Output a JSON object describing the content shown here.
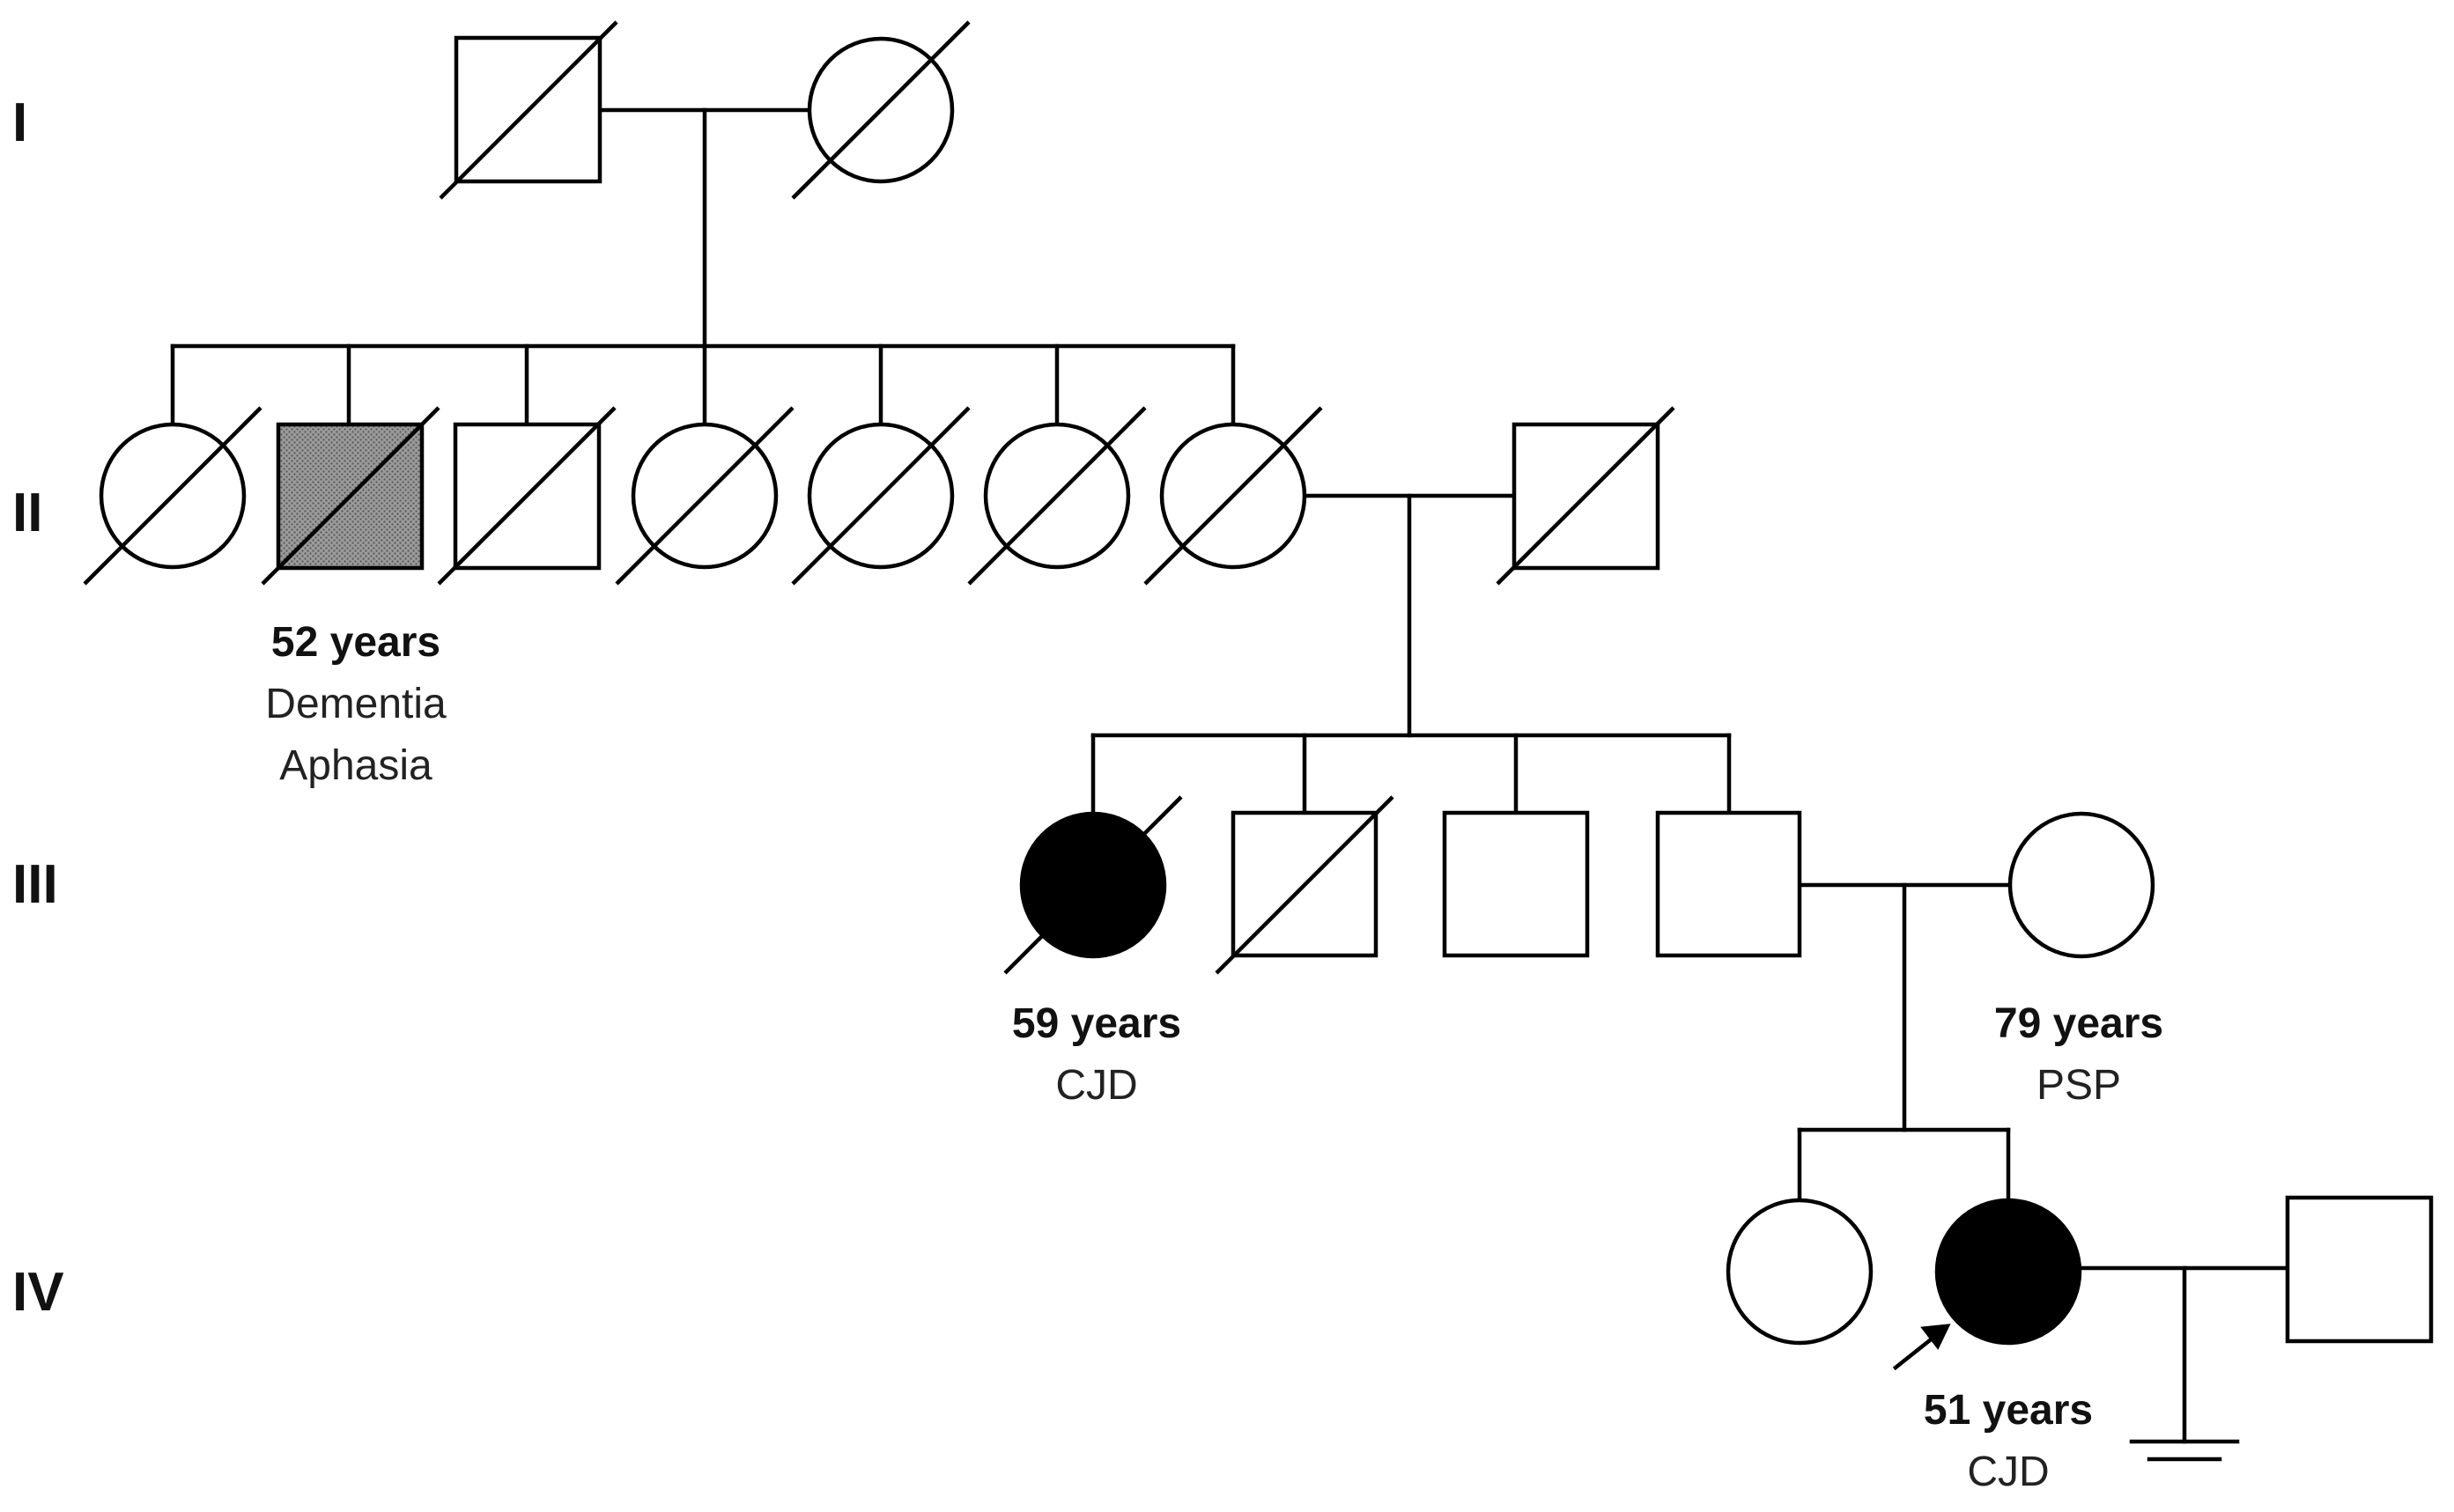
{
  "generations": [
    "I",
    "II",
    "III",
    "IV"
  ],
  "annotations": {
    "ii2": {
      "age": "52 years",
      "diagnosis": [
        "Dementia",
        "Aphasia"
      ]
    },
    "iii1": {
      "age": "59 years",
      "diagnosis": [
        "CJD"
      ]
    },
    "iii_spouse": {
      "age": "79 years",
      "diagnosis": [
        "PSP"
      ]
    },
    "iv2": {
      "age": "51 years",
      "diagnosis": [
        "CJD"
      ]
    }
  },
  "individuals": [
    {
      "id": "I-1",
      "sex": "male",
      "deceased": true,
      "affected": "none"
    },
    {
      "id": "I-2",
      "sex": "female",
      "deceased": true,
      "affected": "none"
    },
    {
      "id": "II-1",
      "sex": "female",
      "deceased": true,
      "affected": "none"
    },
    {
      "id": "II-2",
      "sex": "male",
      "deceased": true,
      "affected": "partial"
    },
    {
      "id": "II-3",
      "sex": "male",
      "deceased": true,
      "affected": "none"
    },
    {
      "id": "II-4",
      "sex": "female",
      "deceased": true,
      "affected": "none"
    },
    {
      "id": "II-5",
      "sex": "female",
      "deceased": true,
      "affected": "none"
    },
    {
      "id": "II-6",
      "sex": "female",
      "deceased": true,
      "affected": "none"
    },
    {
      "id": "II-7",
      "sex": "female",
      "deceased": true,
      "affected": "none"
    },
    {
      "id": "II-8",
      "sex": "male",
      "deceased": true,
      "affected": "none"
    },
    {
      "id": "III-1",
      "sex": "female",
      "deceased": true,
      "affected": "full"
    },
    {
      "id": "III-2",
      "sex": "male",
      "deceased": true,
      "affected": "none"
    },
    {
      "id": "III-3",
      "sex": "male",
      "deceased": false,
      "affected": "none"
    },
    {
      "id": "III-4",
      "sex": "male",
      "deceased": false,
      "affected": "none"
    },
    {
      "id": "III-5",
      "sex": "female",
      "deceased": false,
      "affected": "none"
    },
    {
      "id": "IV-1",
      "sex": "female",
      "deceased": false,
      "affected": "none"
    },
    {
      "id": "IV-2",
      "sex": "female",
      "deceased": false,
      "affected": "full",
      "proband": true
    },
    {
      "id": "IV-3",
      "sex": "male",
      "deceased": false,
      "affected": "none"
    }
  ],
  "colors": {
    "line": "#000000",
    "affected": "#000000",
    "partial_fill": "#8c8c8c",
    "background": "#ffffff"
  }
}
